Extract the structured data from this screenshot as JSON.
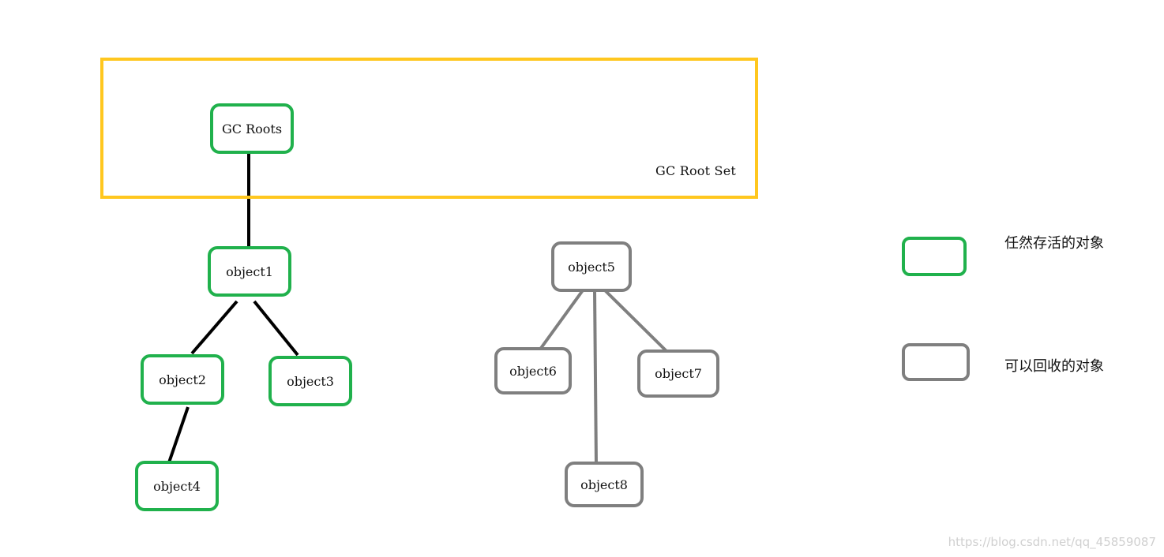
{
  "diagram": {
    "root_set_label": "GC Root Set",
    "nodes": {
      "gc_roots": "GC Roots",
      "object1": "object1",
      "object2": "object2",
      "object3": "object3",
      "object4": "object4",
      "object5": "object5",
      "object6": "object6",
      "object7": "object7",
      "object8": "object8"
    }
  },
  "legend": {
    "alive_label": "任然存活的对象",
    "collectable_label": "可以回收的对象"
  },
  "watermark": "https://blog.csdn.net/qq_45859087",
  "colors": {
    "alive": "#20b14c",
    "collectable": "#7f7f7f",
    "root_set_border": "#ffc71f",
    "reference_line": "#000000"
  }
}
